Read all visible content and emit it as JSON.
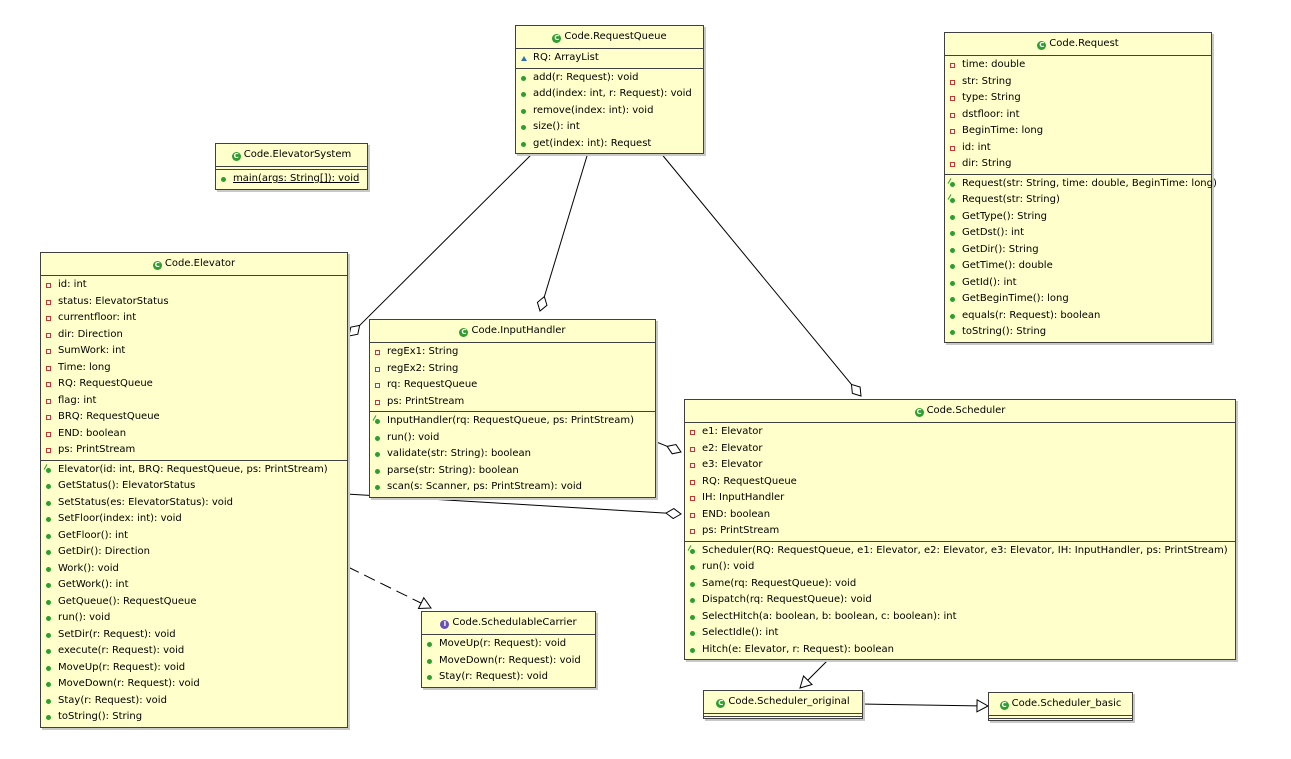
{
  "classes": {
    "request_queue": {
      "name": "Code.RequestQueue",
      "icon": "class-icon",
      "attributes": [
        {
          "vis": "package",
          "text": "RQ: ArrayList"
        }
      ],
      "methods": [
        {
          "vis": "public",
          "text": "add(r: Request): void"
        },
        {
          "vis": "public",
          "text": "add(index: int, r: Request): void"
        },
        {
          "vis": "public",
          "text": "remove(index: int): void"
        },
        {
          "vis": "public",
          "text": "size(): int"
        },
        {
          "vis": "public",
          "text": "get(index: int): Request"
        }
      ]
    },
    "request": {
      "name": "Code.Request",
      "icon": "class-icon",
      "attributes": [
        {
          "vis": "private",
          "text": "time: double"
        },
        {
          "vis": "private",
          "text": "str: String"
        },
        {
          "vis": "private",
          "text": "type: String"
        },
        {
          "vis": "private",
          "text": "dstfloor: int"
        },
        {
          "vis": "private",
          "text": "BeginTime: long"
        },
        {
          "vis": "private",
          "text": "id: int"
        },
        {
          "vis": "private",
          "text": "dir: String"
        }
      ],
      "methods": [
        {
          "vis": "constructor",
          "text": "Request(str: String, time: double, BeginTime: long)"
        },
        {
          "vis": "constructor",
          "text": "Request(str: String)"
        },
        {
          "vis": "public",
          "text": "GetType(): String"
        },
        {
          "vis": "public",
          "text": "GetDst(): int"
        },
        {
          "vis": "public",
          "text": "GetDir(): String"
        },
        {
          "vis": "public",
          "text": "GetTime(): double"
        },
        {
          "vis": "public",
          "text": "GetId(): int"
        },
        {
          "vis": "public",
          "text": "GetBeginTime(): long"
        },
        {
          "vis": "public",
          "text": "equals(r: Request): boolean"
        },
        {
          "vis": "public",
          "text": "toString(): String"
        }
      ]
    },
    "elevator_system": {
      "name": "Code.ElevatorSystem",
      "icon": "class-icon",
      "attributes": [],
      "methods": [
        {
          "vis": "public",
          "text": "main(args: String[]): void",
          "static": true
        }
      ]
    },
    "elevator": {
      "name": "Code.Elevator",
      "icon": "class-icon",
      "attributes": [
        {
          "vis": "private",
          "text": "id: int"
        },
        {
          "vis": "private",
          "text": "status: ElevatorStatus"
        },
        {
          "vis": "private",
          "text": "currentfloor: int"
        },
        {
          "vis": "private",
          "text": "dir: Direction"
        },
        {
          "vis": "private",
          "text": "SumWork: int"
        },
        {
          "vis": "private",
          "text": "Time: long"
        },
        {
          "vis": "private",
          "text": "RQ: RequestQueue"
        },
        {
          "vis": "private",
          "text": "flag: int"
        },
        {
          "vis": "private",
          "text": "BRQ: RequestQueue"
        },
        {
          "vis": "private",
          "text": "END: boolean"
        },
        {
          "vis": "private",
          "text": "ps: PrintStream"
        }
      ],
      "methods": [
        {
          "vis": "constructor",
          "text": "Elevator(id: int, BRQ: RequestQueue, ps: PrintStream)"
        },
        {
          "vis": "public",
          "text": "GetStatus(): ElevatorStatus"
        },
        {
          "vis": "public",
          "text": "SetStatus(es: ElevatorStatus): void"
        },
        {
          "vis": "public",
          "text": "SetFloor(index: int): void"
        },
        {
          "vis": "public",
          "text": "GetFloor(): int"
        },
        {
          "vis": "public",
          "text": "GetDir(): Direction"
        },
        {
          "vis": "public",
          "text": "Work(): void"
        },
        {
          "vis": "public",
          "text": "GetWork(): int"
        },
        {
          "vis": "public",
          "text": "GetQueue(): RequestQueue"
        },
        {
          "vis": "public",
          "text": "run(): void"
        },
        {
          "vis": "public",
          "text": "SetDir(r: Request): void"
        },
        {
          "vis": "public",
          "text": "execute(r: Request): void"
        },
        {
          "vis": "public",
          "text": "MoveUp(r: Request): void"
        },
        {
          "vis": "public",
          "text": "MoveDown(r: Request): void"
        },
        {
          "vis": "public",
          "text": "Stay(r: Request): void"
        },
        {
          "vis": "public",
          "text": "toString(): String"
        }
      ]
    },
    "input_handler": {
      "name": "Code.InputHandler",
      "icon": "class-icon",
      "attributes": [
        {
          "vis": "private",
          "text": "regEx1: String"
        },
        {
          "vis": "private",
          "text": "regEx2: String"
        },
        {
          "vis": "private",
          "text": "rq: RequestQueue"
        },
        {
          "vis": "private",
          "text": "ps: PrintStream"
        }
      ],
      "methods": [
        {
          "vis": "constructor",
          "text": "InputHandler(rq: RequestQueue, ps: PrintStream)"
        },
        {
          "vis": "public",
          "text": "run(): void"
        },
        {
          "vis": "public",
          "text": "validate(str: String): boolean"
        },
        {
          "vis": "public",
          "text": "parse(str: String): boolean"
        },
        {
          "vis": "public",
          "text": "scan(s: Scanner, ps: PrintStream): void"
        }
      ]
    },
    "scheduler": {
      "name": "Code.Scheduler",
      "icon": "class-icon",
      "attributes": [
        {
          "vis": "private",
          "text": "e1: Elevator"
        },
        {
          "vis": "private",
          "text": "e2: Elevator"
        },
        {
          "vis": "private",
          "text": "e3: Elevator"
        },
        {
          "vis": "private",
          "text": "RQ: RequestQueue"
        },
        {
          "vis": "private",
          "text": "IH: InputHandler"
        },
        {
          "vis": "private",
          "text": "END: boolean"
        },
        {
          "vis": "private",
          "text": "ps: PrintStream"
        }
      ],
      "methods": [
        {
          "vis": "constructor",
          "text": "Scheduler(RQ: RequestQueue, e1: Elevator, e2: Elevator, e3: Elevator, IH: InputHandler, ps: PrintStream)"
        },
        {
          "vis": "public",
          "text": "run(): void"
        },
        {
          "vis": "public",
          "text": "Same(rq: RequestQueue): void"
        },
        {
          "vis": "public",
          "text": "Dispatch(rq: RequestQueue): void"
        },
        {
          "vis": "public",
          "text": "SelectHitch(a: boolean, b: boolean, c: boolean): int"
        },
        {
          "vis": "public",
          "text": "SelectIdle(): int"
        },
        {
          "vis": "public",
          "text": "Hitch(e: Elevator, r: Request): boolean"
        }
      ]
    },
    "schedulable_carrier": {
      "name": "Code.SchedulableCarrier",
      "icon": "interface-icon",
      "attributes": [],
      "methods": [
        {
          "vis": "public",
          "text": "MoveUp(r: Request): void"
        },
        {
          "vis": "public",
          "text": "MoveDown(r: Request): void"
        },
        {
          "vis": "public",
          "text": "Stay(r: Request): void"
        }
      ]
    },
    "scheduler_original": {
      "name": "Code.Scheduler_original",
      "icon": "class-icon",
      "attributes": [],
      "methods": []
    },
    "scheduler_basic": {
      "name": "Code.Scheduler_basic",
      "icon": "class-icon",
      "attributes": [],
      "methods": []
    }
  },
  "relations": [
    {
      "kind": "aggregation",
      "from": "request_queue",
      "to": "elevator"
    },
    {
      "kind": "aggregation",
      "from": "request_queue",
      "to": "input_handler"
    },
    {
      "kind": "aggregation",
      "from": "request_queue",
      "to": "scheduler"
    },
    {
      "kind": "aggregation",
      "from": "input_handler",
      "to": "scheduler"
    },
    {
      "kind": "aggregation",
      "from": "elevator",
      "to": "scheduler"
    },
    {
      "kind": "realization",
      "from": "elevator",
      "to": "schedulable_carrier"
    },
    {
      "kind": "generalization",
      "from": "scheduler_original",
      "to": "scheduler"
    },
    {
      "kind": "generalization",
      "from": "scheduler_original",
      "to": "scheduler_basic"
    }
  ],
  "colors": {
    "box_fill": "#ffffcc",
    "border": "#404040",
    "private_icon": "#c0392b",
    "public_icon": "#2e9e2e",
    "package_icon": "#2e6fb8",
    "interface_icon": "#6b4fb8"
  }
}
